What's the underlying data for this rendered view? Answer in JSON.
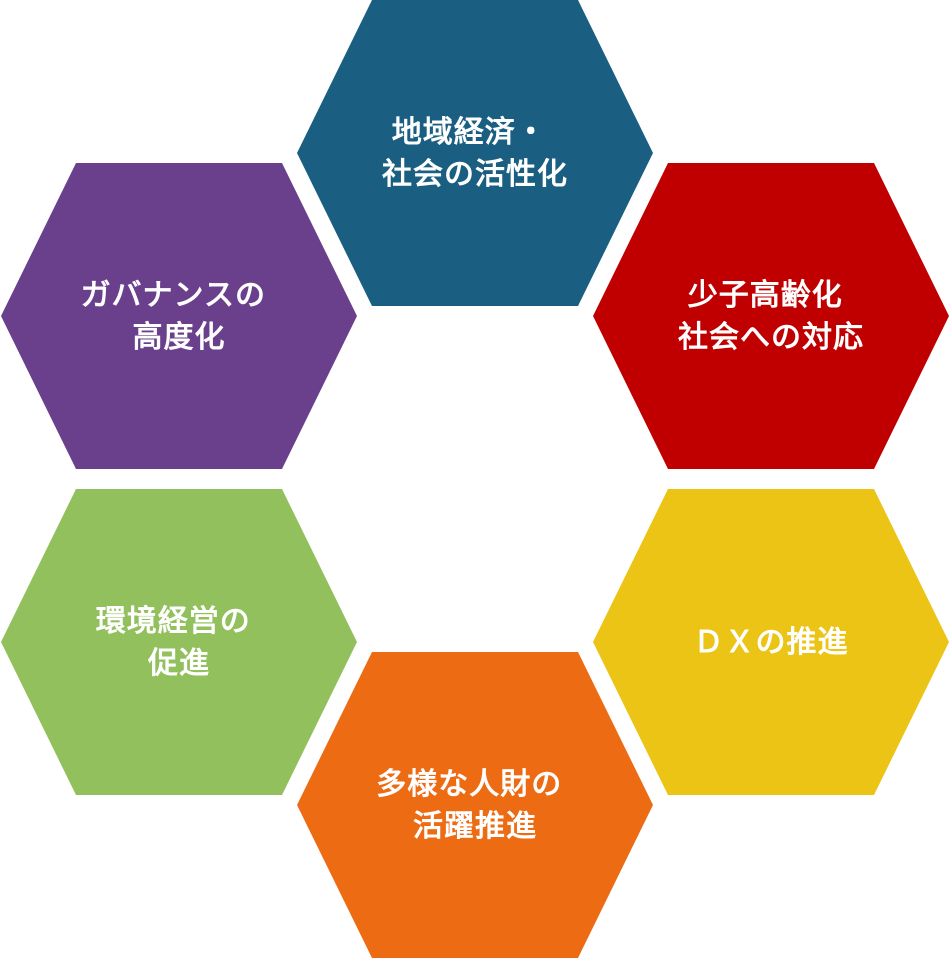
{
  "hexagons": [
    {
      "id": "regional",
      "lines": [
        "地域経済・",
        "社会の活性化"
      ],
      "color": "#1a5f82"
    },
    {
      "id": "aging",
      "lines": [
        "少子高齢化",
        "社会への対応"
      ],
      "color": "#c00000"
    },
    {
      "id": "dx",
      "lines": [
        "ＤＸの推進"
      ],
      "color": "#ebc416"
    },
    {
      "id": "diversity",
      "lines": [
        "多様な人財の",
        "活躍推進"
      ],
      "color": "#ec6b13"
    },
    {
      "id": "environment",
      "lines": [
        "環境経営の",
        "促進"
      ],
      "color": "#92c05d"
    },
    {
      "id": "governance",
      "lines": [
        "ガバナンスの",
        "高度化"
      ],
      "color": "#6a408c"
    }
  ]
}
